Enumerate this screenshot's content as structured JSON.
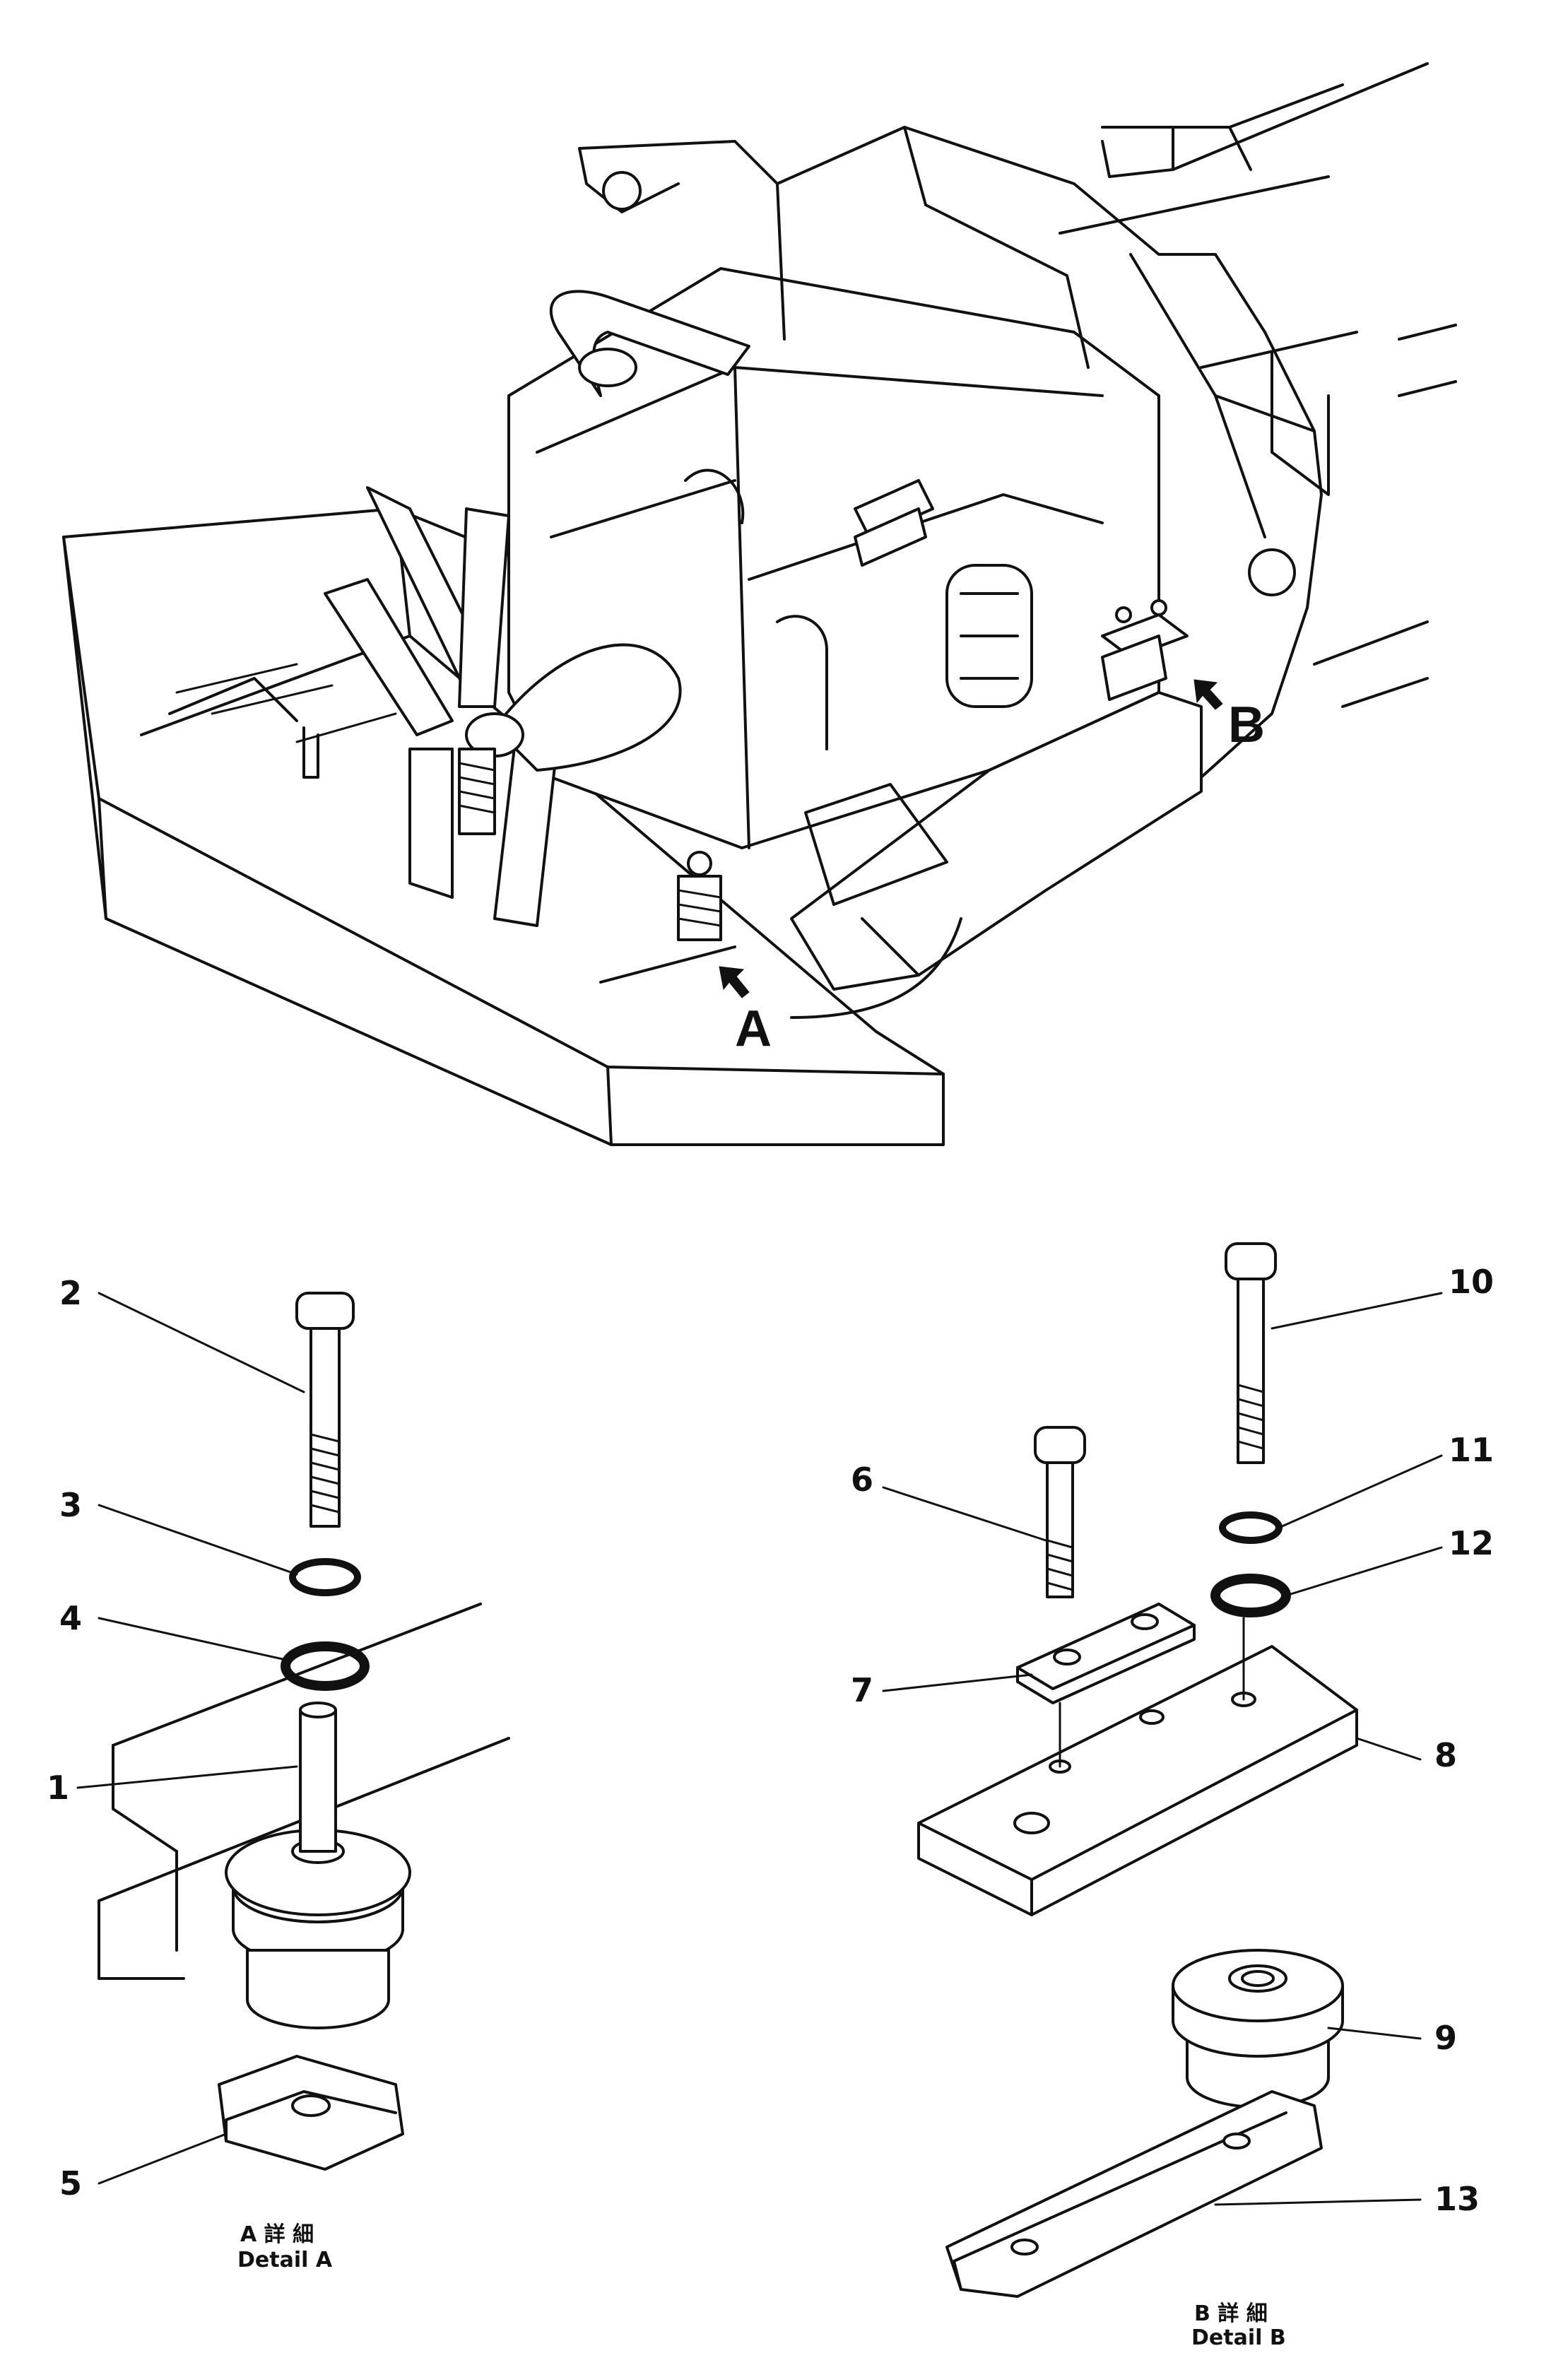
{
  "overview": {
    "marker_a": "A",
    "marker_b": "B"
  },
  "detail_a": {
    "callouts": [
      "1",
      "2",
      "3",
      "4",
      "5"
    ],
    "caption_jp": "A 詳 細",
    "caption_en": "Detail  A"
  },
  "detail_b": {
    "callouts": [
      "6",
      "7",
      "8",
      "9",
      "10",
      "11",
      "12",
      "13"
    ],
    "caption_jp": "B 詳 細",
    "caption_en": "Detail  B"
  }
}
